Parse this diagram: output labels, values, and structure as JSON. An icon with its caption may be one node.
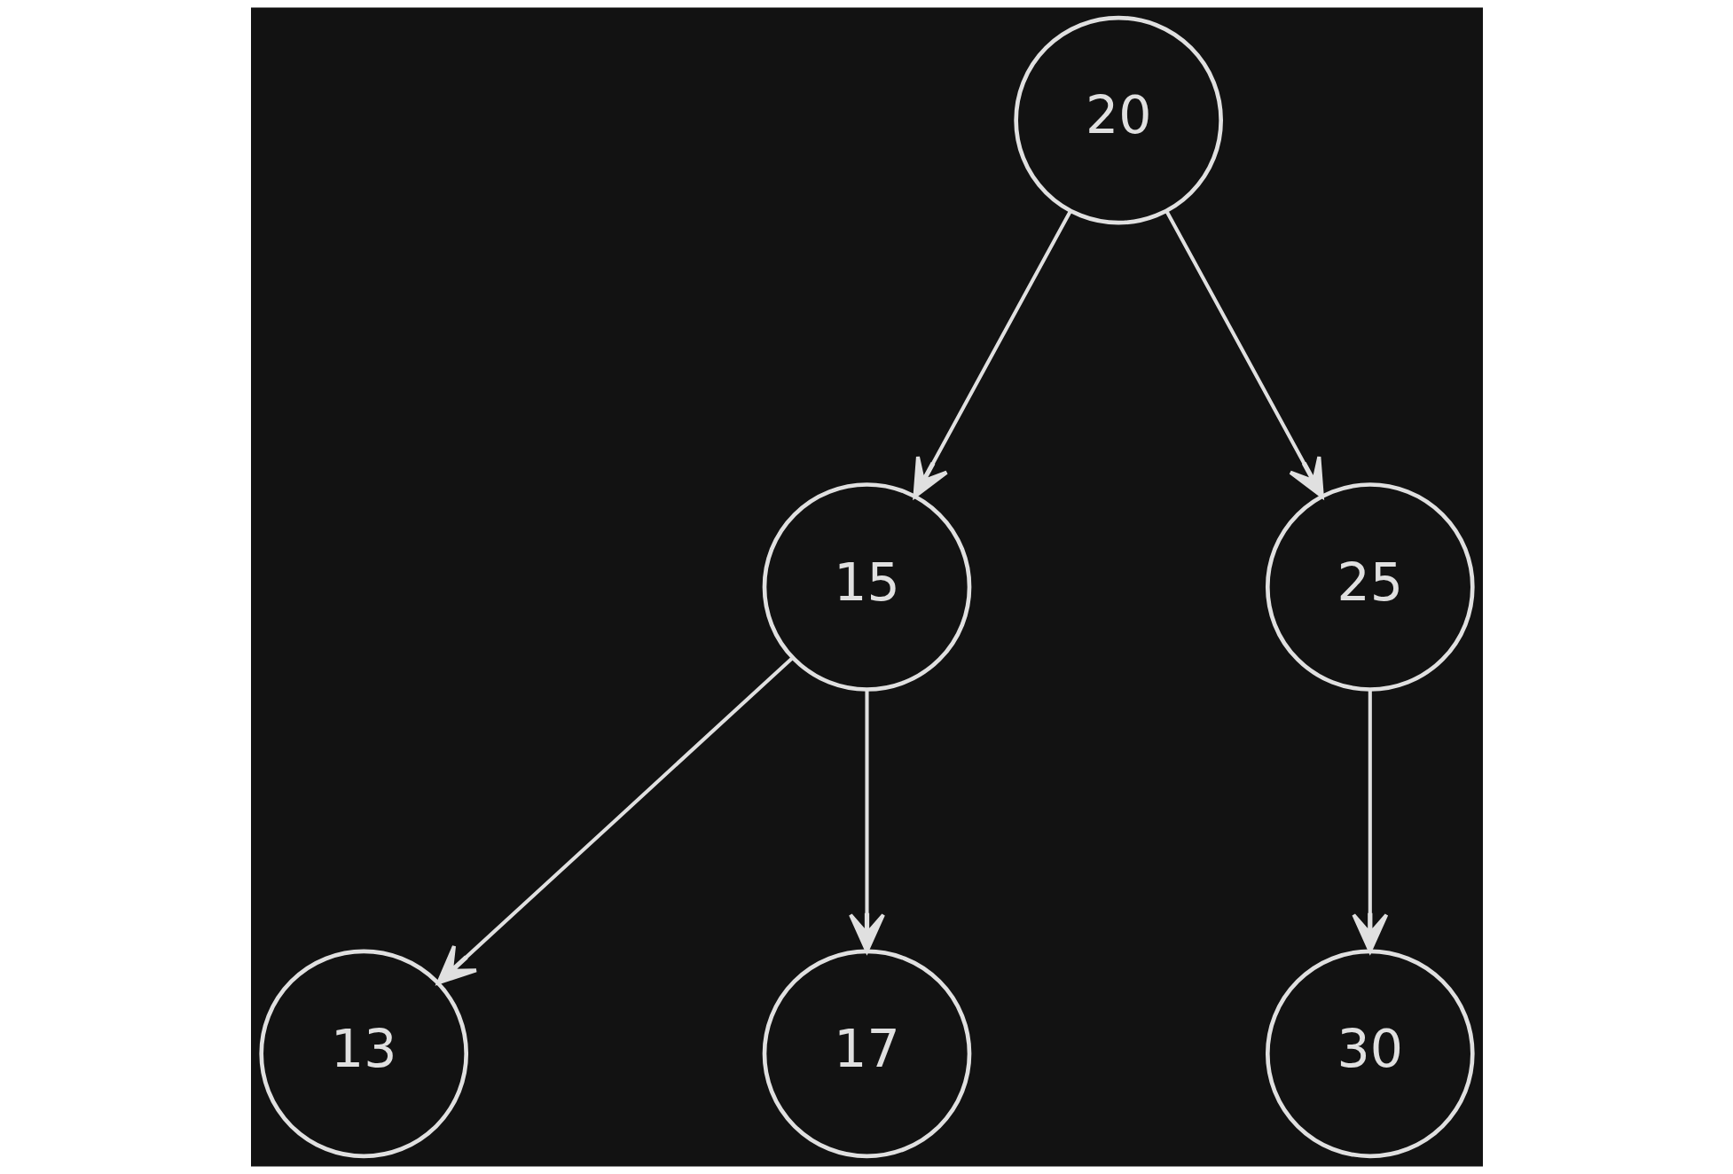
{
  "diagram": {
    "nodes": [
      {
        "text": [
          "20"
        ]
      },
      {
        "text": [
          "15"
        ]
      },
      {
        "text": [
          "25"
        ]
      },
      {
        "text": [
          "13"
        ]
      },
      {
        "text": [
          "17"
        ]
      },
      {
        "text": [
          "30"
        ]
      }
    ],
    "edges": [
      {
        "from": 0,
        "to": 1,
        "arrow": "to"
      },
      {
        "from": 0,
        "to": 2,
        "arrow": "to"
      },
      {
        "from": 1,
        "to": 3,
        "arrow": "to"
      },
      {
        "from": 1,
        "to": 4,
        "arrow": "to"
      },
      {
        "from": 2,
        "to": 5,
        "arrow": "to"
      }
    ]
  }
}
